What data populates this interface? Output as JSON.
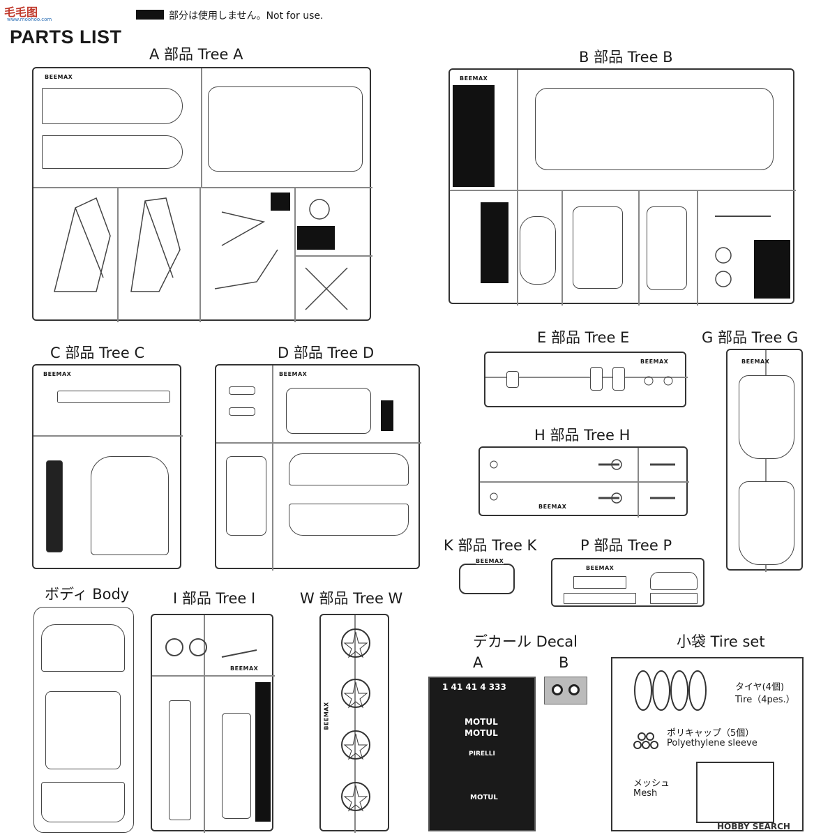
{
  "header": {
    "logo": "毛毛图",
    "logo_sub": "www.moohoo.com",
    "title": "PARTS LIST",
    "legend": "部分は使用しません。Not for use."
  },
  "trees": {
    "A": "A 部品 Tree A",
    "B": "B 部品 Tree B",
    "C": "C 部品 Tree C",
    "D": "D 部品 Tree D",
    "E": "E 部品 Tree E",
    "G": "G 部品 Tree G",
    "H": "H 部品 Tree H",
    "K": "K 部品 Tree K",
    "P": "P 部品 Tree P",
    "I": "I 部品 Tree I",
    "W": "W 部品 Tree W"
  },
  "body_label": "ボディ  Body",
  "decal": {
    "title": "デカール Decal",
    "a": "A",
    "b": "B",
    "text_motul": "MOTUL",
    "text_pirelli": "PIRELLI",
    "numbers": "1 41 41 4 333"
  },
  "tireset": {
    "title": "小袋 Tire set",
    "tire_jp": "タイヤ(4個)",
    "tire_en": "Tire（4pes.）",
    "sleeve_jp": "ポリキャップ（5個）",
    "sleeve_en": "Polyethylene sleeve",
    "mesh_jp": "メッシュ",
    "mesh_en": "Mesh"
  },
  "brand": {
    "beemax": "BEEMAX"
  },
  "watermark": "HOBBY SEARCH"
}
